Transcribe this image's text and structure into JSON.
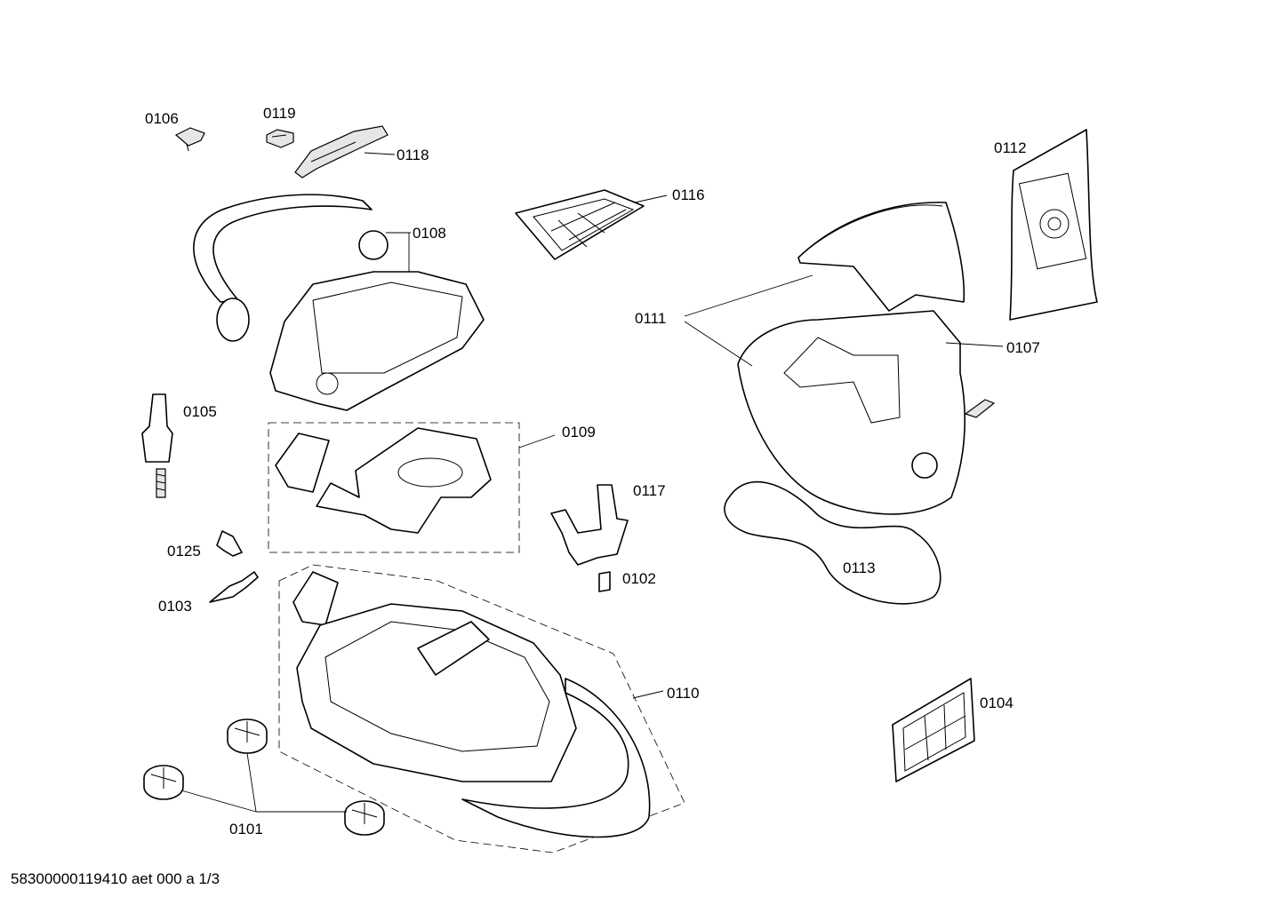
{
  "labels": {
    "p0101": "0101",
    "p0102": "0102",
    "p0103": "0103",
    "p0104": "0104",
    "p0105": "0105",
    "p0106": "0106",
    "p0107": "0107",
    "p0108": "0108",
    "p0109": "0109",
    "p0110": "0110",
    "p0111": "0111",
    "p0112": "0112",
    "p0113": "0113",
    "p0116": "0116",
    "p0117": "0117",
    "p0118": "0118",
    "p0119": "0119",
    "p0125": "0125"
  },
  "footer": {
    "document_code": "58300000119410 aet 000 a 1/3"
  }
}
